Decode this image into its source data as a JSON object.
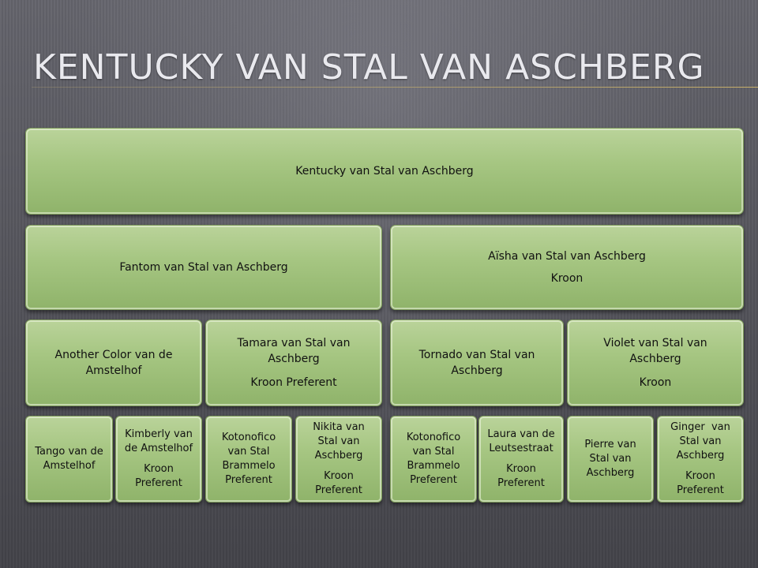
{
  "title": "KENTUCKY VAN STAL VAN ASCHBERG",
  "root": {
    "name": "Kentucky van Stal van Aschberg"
  },
  "sire": {
    "name": "Fantom van Stal van Aschberg"
  },
  "dam": {
    "name": "Aïsha van Stal van Aschberg",
    "predicate": "Kroon"
  },
  "grandparents": [
    {
      "name": "Another Color van de Amstelhof",
      "predicate": ""
    },
    {
      "name": "Tamara van Stal van Aschberg",
      "predicate": "Kroon Preferent"
    },
    {
      "name": "Tornado van Stal van Aschberg",
      "predicate": ""
    },
    {
      "name": "Violet van Stal van Aschberg",
      "predicate": "Kroon"
    }
  ],
  "great_grandparents": [
    {
      "name": "Tango van de Amstelhof",
      "predicate": ""
    },
    {
      "name": "Kimberly van de Amstelhof",
      "predicate": "Kroon Preferent"
    },
    {
      "name": "Kotonofico van Stal Brammelo Preferent",
      "predicate": ""
    },
    {
      "name": "Nikita van Stal van Aschberg",
      "predicate": "Kroon Preferent"
    },
    {
      "name": "Kotonofico van Stal Brammelo Preferent",
      "predicate": ""
    },
    {
      "name": "Laura van de Leutsestraat",
      "predicate": "Kroon Preferent"
    },
    {
      "name": "Pierre van Stal van Aschberg",
      "predicate": ""
    },
    {
      "name": "Ginger  van Stal van Aschberg",
      "predicate": "Kroon Preferent"
    }
  ],
  "colors": {
    "node_fill": "#a6c682",
    "node_border": "#7f9c5c",
    "title": "#e9e9ee",
    "background": "#5a5a62"
  }
}
